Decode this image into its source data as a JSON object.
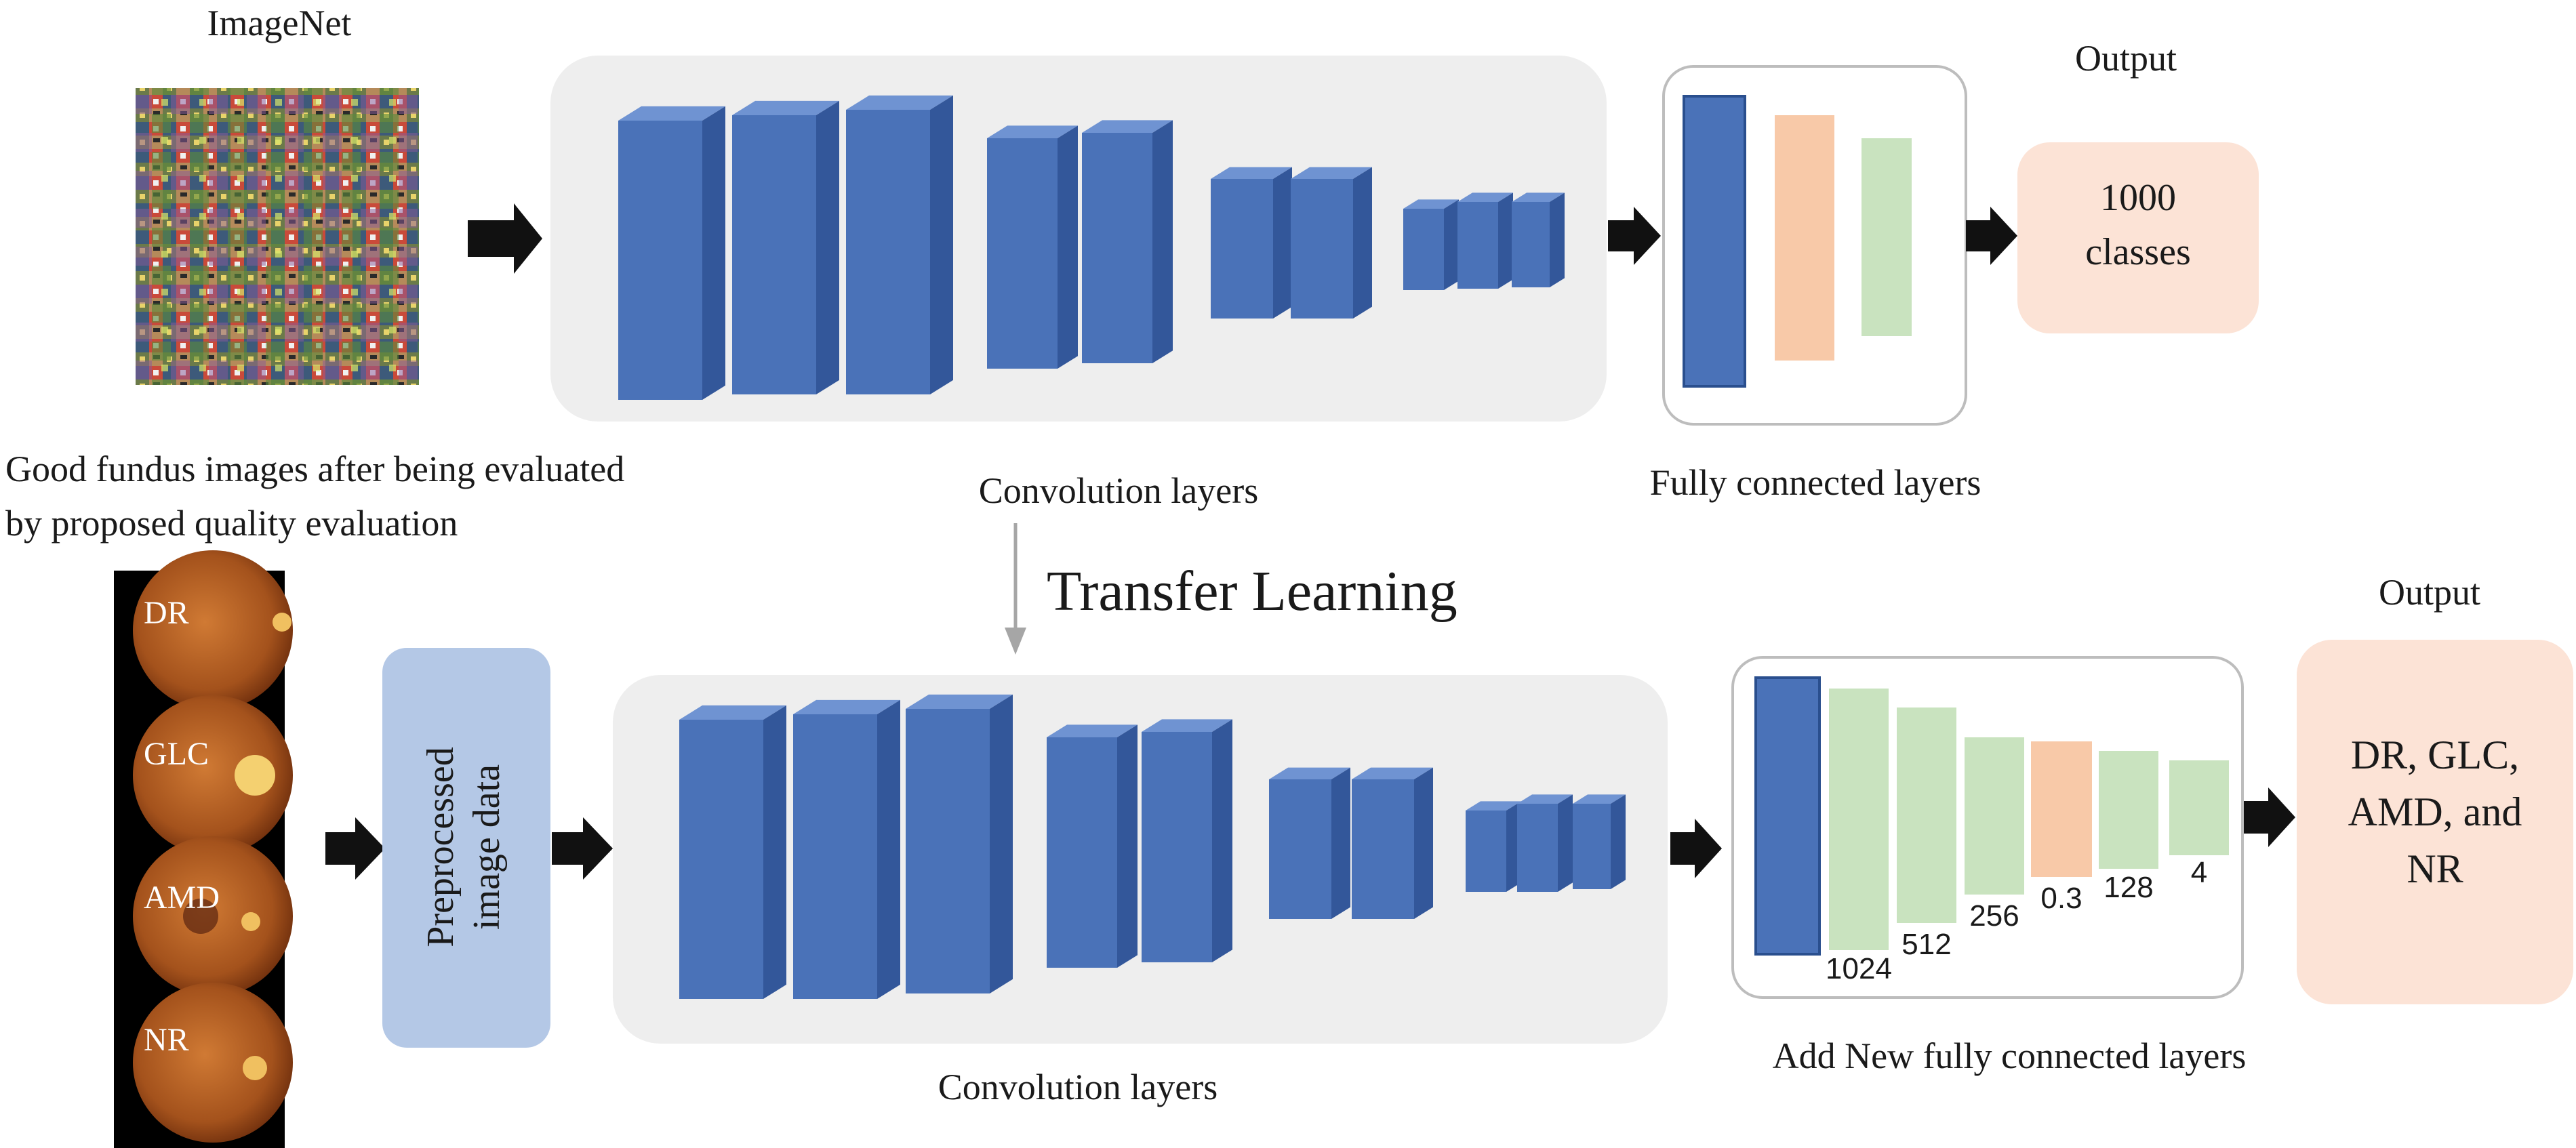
{
  "top": {
    "dataset_label": "ImageNet",
    "conv_caption": "Convolution  layers",
    "fc_caption": "Fully connected layers",
    "output_label": "Output",
    "output_box": [
      "1000",
      "classes"
    ]
  },
  "middle": {
    "fundus_caption": [
      "Good fundus images after being evaluated",
      "by proposed quality evaluation"
    ],
    "transfer_label": "Transfer Learning"
  },
  "bottom": {
    "fundus_labels": [
      "DR",
      "GLC",
      "AMD",
      "NR"
    ],
    "preprocessed_label": [
      "Preprocessed",
      "image data"
    ],
    "conv_caption": "Convolution  layers",
    "fc_caption": "Add New fully connected layers",
    "fc_sizes": [
      "1024",
      "512",
      "256",
      "0.3",
      "128",
      "4"
    ],
    "output_label": "Output",
    "output_box": [
      "DR, GLC,",
      "AMD, and",
      "NR"
    ]
  },
  "colors": {
    "conv_blue": "#4a72b8",
    "conv_side": "#33579a",
    "conv_top": "#6f93d2",
    "panel_gray": "#eeeeee",
    "fc_green": "#c9e3bf",
    "fc_orange": "#f8c9a8",
    "output_peach": "#fce3d6",
    "preprocess_blue": "#b4c8e6"
  }
}
